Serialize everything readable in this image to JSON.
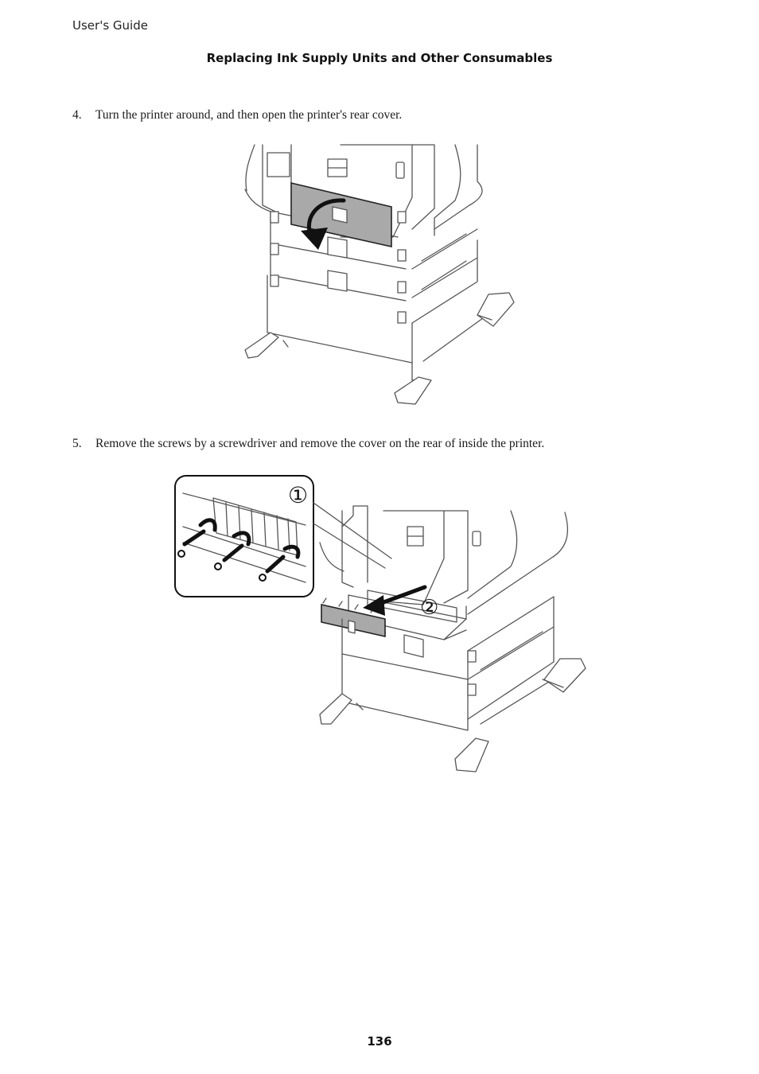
{
  "header": {
    "running_title": "User's Guide",
    "chapter_title": "Replacing Ink Supply Units and Other Consumables"
  },
  "steps": [
    {
      "number": "4.",
      "text": "Turn the printer around, and then open the printer's rear cover."
    },
    {
      "number": "5.",
      "text": "Remove the screws by a screwdriver and remove the cover on the rear of inside the printer."
    }
  ],
  "callouts": {
    "one": "①",
    "two": "②"
  },
  "footer": {
    "page_number": "136"
  }
}
